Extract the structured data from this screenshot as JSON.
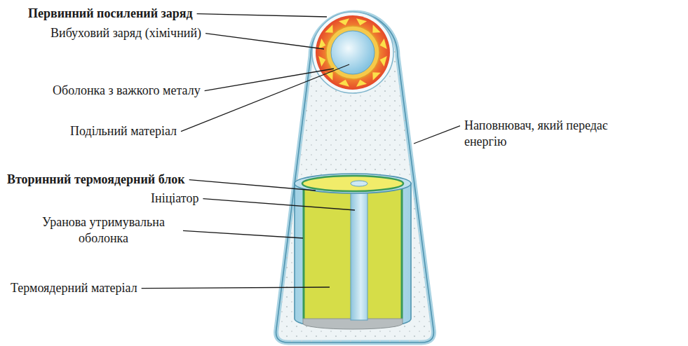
{
  "diagram": {
    "labels": [
      "Первинний посилений заряд",
      "Вибуховий заряд (хімічний)",
      "Оболонка з важкого металу",
      "Подільний матеріал",
      "Наповнювач, який передає енергію",
      "Вторинний термоядерний блок",
      "Ініціатор",
      "Уранова утримувальна оболонка",
      "Термоядерний матеріал"
    ]
  }
}
